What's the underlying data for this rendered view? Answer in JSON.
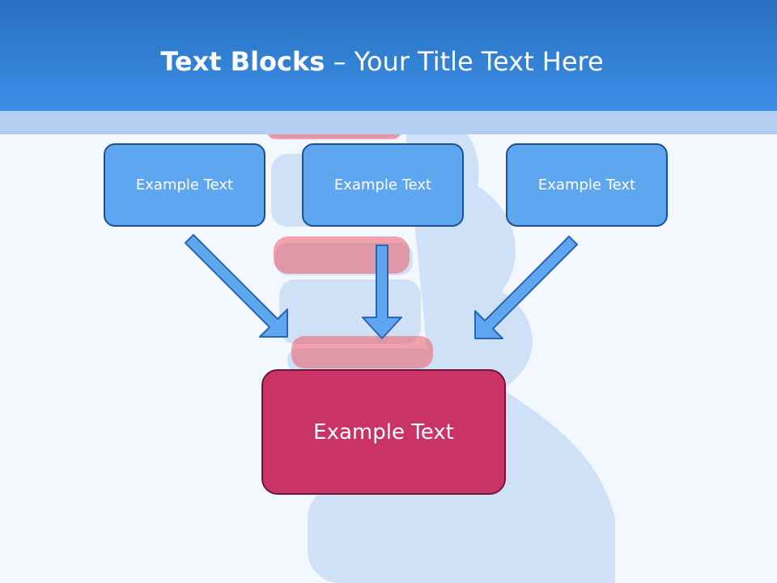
{
  "header": {
    "title_bold": "Text Blocks",
    "title_separator": " – ",
    "title_rest": "Your Title Text Here"
  },
  "blocks": {
    "top": [
      "Example Text",
      "Example Text",
      "Example Text"
    ],
    "main": "Example Text"
  },
  "colors": {
    "header": "#3a8fe6",
    "block_fill": "#5fa6f1",
    "block_border": "#1c4f8f",
    "main_fill": "#c93366",
    "main_border": "#6e1635",
    "arrow_fill": "#5fa6f1",
    "arrow_stroke": "#2c64b3"
  }
}
